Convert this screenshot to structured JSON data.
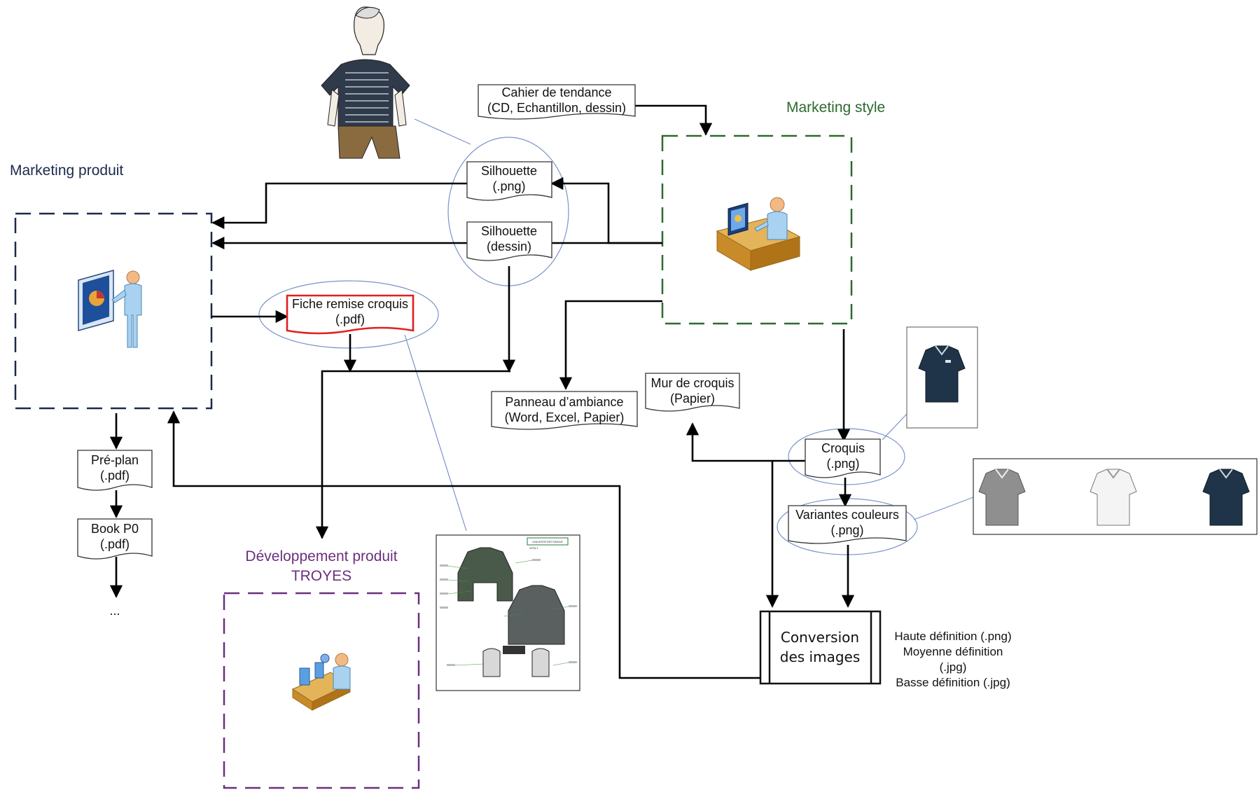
{
  "groups": {
    "marketing_produit": {
      "title": "Marketing produit",
      "color": "#1b2a4a"
    },
    "marketing_style": {
      "title": "Marketing style",
      "color": "#2d6a2d"
    },
    "developpement": {
      "title_line1": "Développement produit",
      "title_line2": "TROYES",
      "color": "#6b2f7f"
    }
  },
  "documents": {
    "cahier": {
      "line1": "Cahier de tendance",
      "line2": "(CD, Echantillon, dessin)"
    },
    "silhouette_png": {
      "line1": "Silhouette",
      "line2": "(.png)"
    },
    "silhouette_dessin": {
      "line1": "Silhouette",
      "line2": "(dessin)"
    },
    "fiche": {
      "line1": "Fiche remise croquis",
      "line2": "(.pdf)",
      "border_color": "#e02020"
    },
    "panneau": {
      "line1": "Panneau d’ambiance",
      "line2": "(Word, Excel, Papier)"
    },
    "mur": {
      "line1": "Mur de croquis",
      "line2": "(Papier)"
    },
    "croquis": {
      "line1": "Croquis",
      "line2": "(.png)"
    },
    "variantes": {
      "line1": "Variantes couleurs",
      "line2": "(.png)"
    },
    "preplan": {
      "line1": "Pré-plan",
      "line2": "(.pdf)"
    },
    "book": {
      "line1": "Book P0",
      "line2": "(.pdf)"
    },
    "ellipsis": "..."
  },
  "conversion": {
    "line1": "Conversion",
    "line2": "des images",
    "outputs": [
      "Haute définition (.png)",
      "Moyenne définition",
      "(.jpg)",
      "Basse définition (.jpg)"
    ]
  },
  "techsheet": {
    "header": "UNIVERSPORTSWEAR",
    "subheader": "GPW 1"
  },
  "icons": {
    "person": "model-person-icon",
    "presenter": "presenter-icon",
    "designer": "designer-desk-icon",
    "production": "production-line-icon",
    "polo_single": "polo-navy-icon",
    "polo_variants": [
      "polo-grey-icon",
      "polo-white-icon",
      "polo-navy-icon"
    ],
    "jacket": "jacket-techsheet-icon"
  },
  "colors": {
    "polo_navy": "#1f3448",
    "polo_grey": "#8f8f8f",
    "polo_white": "#f4f4f4",
    "annotation_line": "#7a93c8",
    "jacket": "#4a5a4a"
  }
}
